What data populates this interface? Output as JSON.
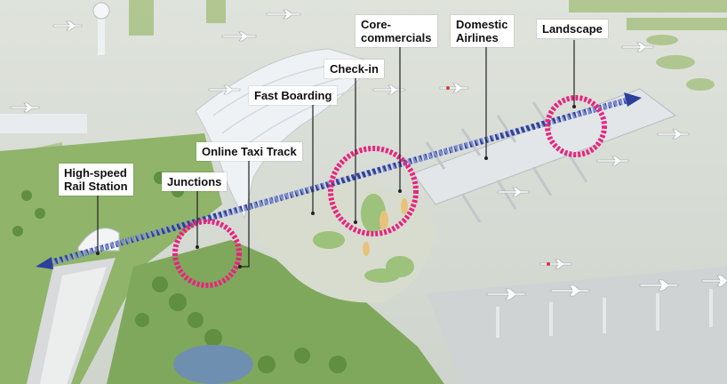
{
  "labels": {
    "high_speed_rail": [
      "High-speed",
      "Rail Station"
    ],
    "junctions": "Junctions",
    "online_taxi_track": "Online Taxi Track",
    "fast_boarding": "Fast Boarding",
    "check_in": "Check-in",
    "core_commercials": [
      "Core-",
      "commercials"
    ],
    "domestic_airlines": [
      "Domestic",
      "Airlines"
    ],
    "landscape": "Landscape"
  },
  "colors": {
    "highlight_ring": "#e8237f",
    "walkway_arrow": "#2f3f9c",
    "label_background": "#ffffff",
    "leader_line": "#222222",
    "grass": "#9fc07a",
    "apron": "#c9cdcc",
    "terminal_roof": "#eef2f5"
  }
}
